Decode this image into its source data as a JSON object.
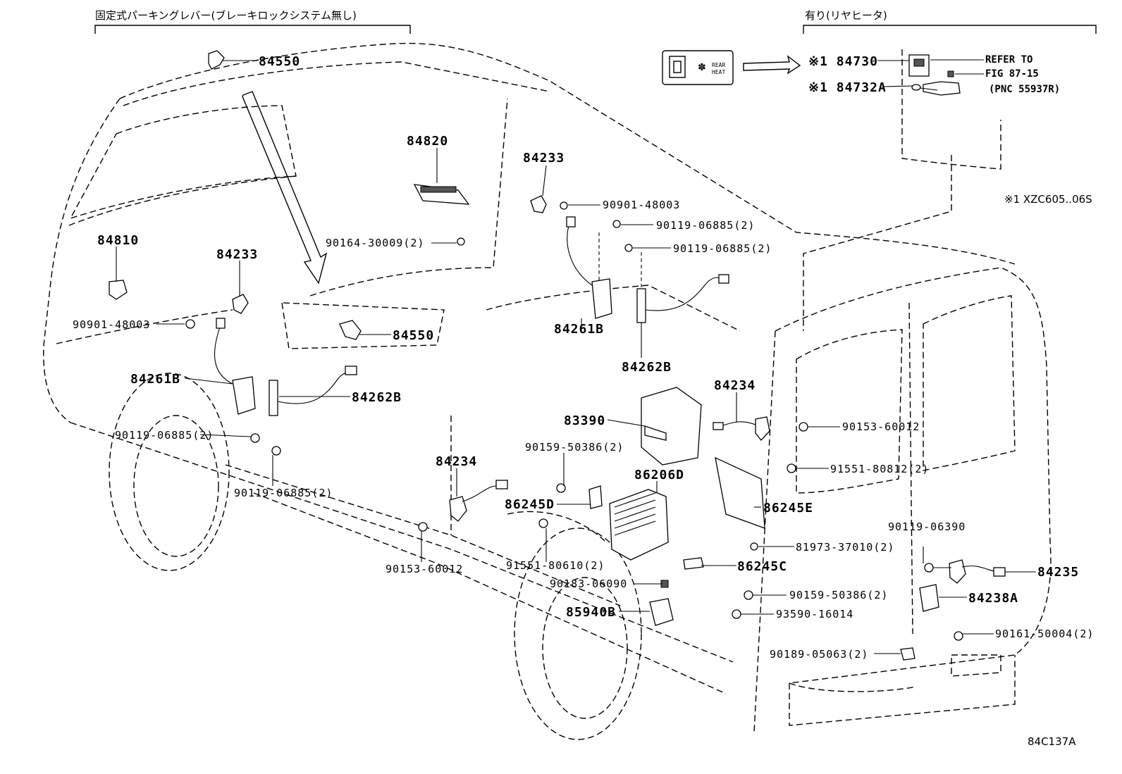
{
  "headers": {
    "left": "固定式パーキングレバー(ブレーキロックシステム無し)",
    "right": "有り(リヤヒータ)"
  },
  "switch_icon": {
    "line1": "REAR",
    "line2": "HEAT"
  },
  "note": "※1 XZC605..06S",
  "refer": {
    "line1": "REFER TO",
    "line2": "FIG 87-15",
    "line3": "(PNC 55937R)"
  },
  "rear_heater_parts": {
    "p84730": "※1 84730",
    "p84732a": "※1 84732A"
  },
  "labels": {
    "l84550a": "84550",
    "l84550b": "84550",
    "l84820": "84820",
    "l84810": "84810",
    "l84233a": "84233",
    "l84233b": "84233",
    "l90901a": "90901-48003",
    "l90901b": "90901-48003",
    "l90164": "90164-30009(2)",
    "l90119a": "90119-06885(2)",
    "l90119b": "90119-06885(2)",
    "l90119c": "90119-06885(2)",
    "l90119d": "90119-06885(2)",
    "l84261a": "84261B",
    "l84261b": "84261B",
    "l84262a": "84262B",
    "l84262b": "84262B",
    "l84234a": "84234",
    "l84234b": "84234",
    "l83390": "83390",
    "l90153a": "90153-60012",
    "l90153b": "90153-60012",
    "l91551a": "91551-80812(2)",
    "l91551b": "91551-80610(2)",
    "l90159a": "90159-50386(2)",
    "l90159b": "90159-50386(2)",
    "l86206": "86206D",
    "l86245d": "86245D",
    "l86245e": "86245E",
    "l86245c": "86245C",
    "l81973": "81973-37010(2)",
    "l90119e": "90119-06390",
    "l84235": "84235",
    "l84238": "84238A",
    "l90183": "90183-06090",
    "l85940": "85940B",
    "l93590": "93590-16014",
    "l90161": "90161-50004(2)",
    "l90189": "90189-05063(2)"
  },
  "figure_code": "84C137A"
}
